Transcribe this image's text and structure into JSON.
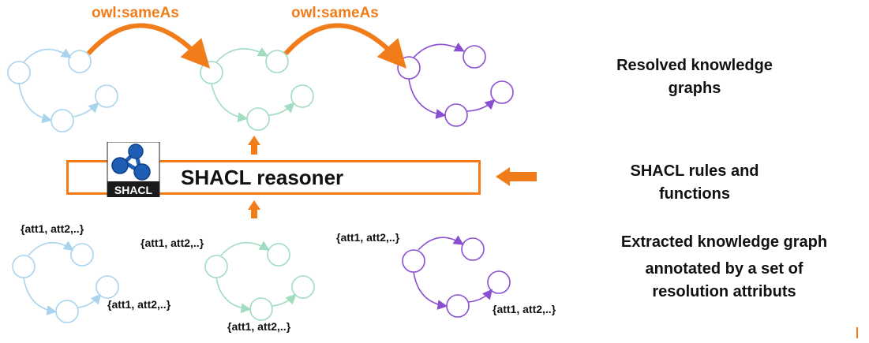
{
  "top_labels": {
    "same_as_left": "owl:sameAs",
    "same_as_right": "owl:sameAs"
  },
  "reasoner": {
    "label": "SHACL reasoner",
    "logo_text": "SHACL"
  },
  "attributes": {
    "a1": "{att1, att2,..}",
    "a2": "{att1, att2,..}",
    "a3": "{att1, att2,..}",
    "a4": "{att1, att2,..}",
    "a5": "{att1, att2,..}",
    "a6": "{att1, att2,..}"
  },
  "right_labels": {
    "resolved": [
      "Resolved knowledge",
      "graphs"
    ],
    "rules": [
      "SHACL rules and",
      "functions"
    ],
    "extracted": [
      "Extracted knowledge graph",
      "annotated by a set of",
      "resolution attributs"
    ]
  },
  "colors": {
    "orange": "#f07d1a",
    "blue": "#a8d4ee",
    "green": "#9fdcc0",
    "purple": "#8a4ed0"
  }
}
